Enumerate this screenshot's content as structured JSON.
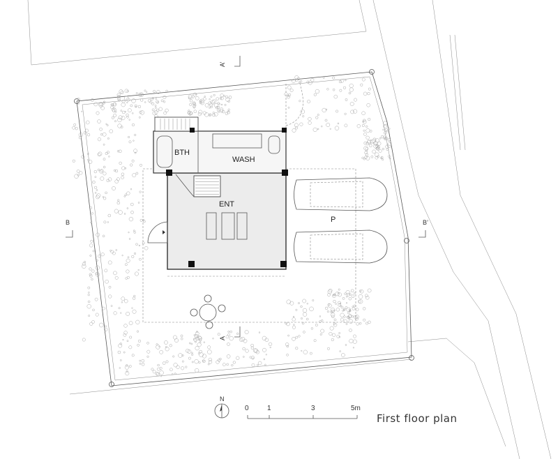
{
  "rooms": {
    "bath": "BTH",
    "wash": "WASH",
    "entrance": "ENT",
    "parking": "P"
  },
  "section_marks": {
    "a_top": "A’",
    "a_bottom": "A",
    "b_left": "B",
    "b_right": "B’"
  },
  "north": "N",
  "scale_bar": {
    "labels": [
      "0",
      "1",
      "3",
      "5m"
    ]
  },
  "drawing_title": "First floor plan"
}
